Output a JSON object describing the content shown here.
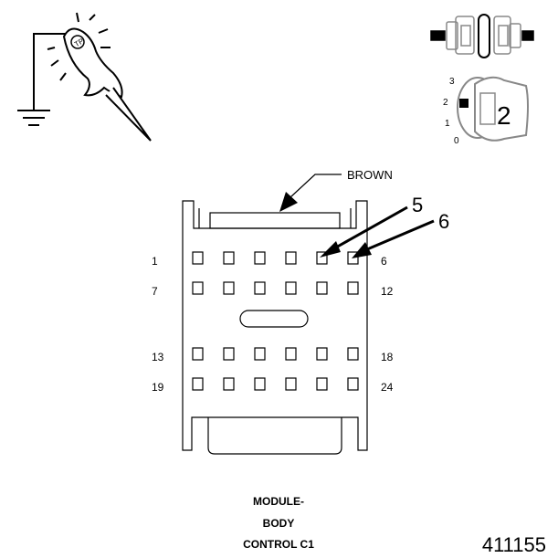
{
  "wire_color_label": "BROWN",
  "callouts": [
    "5",
    "6"
  ],
  "pin_row_labels": {
    "row1_left": "1",
    "row1_right": "6",
    "row2_left": "7",
    "row2_right": "12",
    "row3_left": "13",
    "row3_right": "18",
    "row4_left": "19",
    "row4_right": "24"
  },
  "ignition_switch": {
    "positions": [
      "3",
      "2",
      "1",
      "0"
    ],
    "selected_position": "2"
  },
  "caption": [
    "MODULE-",
    "BODY",
    "CONTROL C1"
  ],
  "figure_number": "411155",
  "icons": [
    "test-light-icon",
    "ground-icon",
    "connector-disconnected-icon",
    "ignition-key-icon"
  ]
}
